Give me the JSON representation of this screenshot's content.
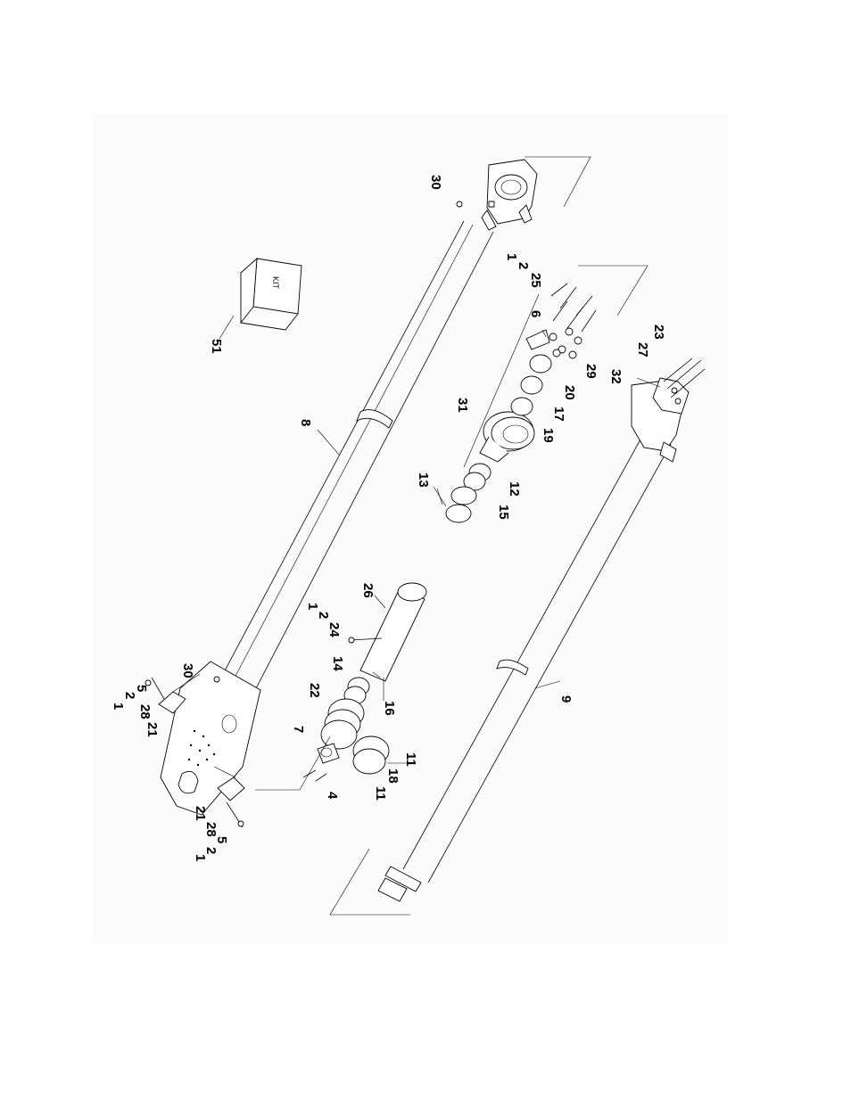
{
  "diagram": {
    "kit_label": "KIT",
    "callouts": {
      "c30a": "30",
      "c1a": "1",
      "c2a": "2",
      "c25": "25",
      "c51": "51",
      "c6": "6",
      "c29": "29",
      "c20": "20",
      "c17": "17",
      "c19": "19",
      "c31": "31",
      "c27": "27",
      "c23": "23",
      "c32": "32",
      "c8": "8",
      "c13": "13",
      "c15": "15",
      "c12": "12",
      "c26": "26",
      "c1b": "1",
      "c2b": "2",
      "c24": "24",
      "c14": "14",
      "c16": "16",
      "c22": "22",
      "c7": "7",
      "c4": "4",
      "c11a": "11",
      "c18": "18",
      "c11b": "11",
      "c9": "9",
      "c1c": "1",
      "c2c": "2",
      "c5a": "5",
      "c28a": "28",
      "c21a": "21",
      "c30b": "30",
      "c21b": "21",
      "c28b": "28",
      "c5b": "5",
      "c2d": "2",
      "c1d": "1"
    }
  }
}
